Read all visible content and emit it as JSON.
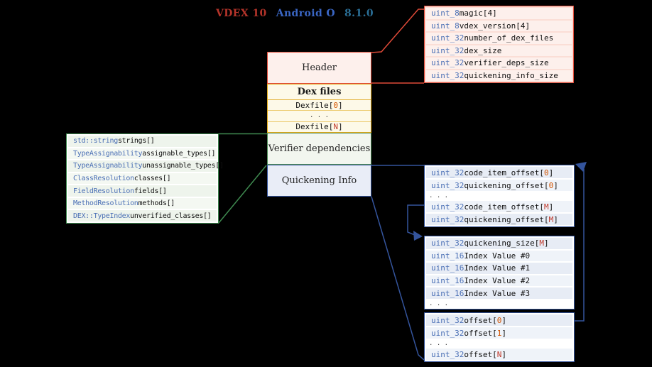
{
  "title": {
    "parts": [
      {
        "t": "VDEX 10",
        "color": "#b5342a"
      },
      {
        "t": "Android O",
        "color": "#3a66c4"
      },
      {
        "t": "8.1.0",
        "color": "#2a6f97"
      }
    ]
  },
  "column": {
    "header_label": "Header",
    "dex_files_label": "Dex files",
    "verifier_label": "Verifier dependencies",
    "quickening_label": "Quickening Info"
  },
  "dex_group": {
    "rows": [
      [
        {
          "t": "Dexfile[",
          "c": "plain"
        },
        {
          "t": "0",
          "c": "idxnum"
        },
        {
          "t": "]",
          "c": "plain"
        }
      ],
      [
        {
          "t": ". . .",
          "c": "dots"
        }
      ],
      [
        {
          "t": "Dexfile[",
          "c": "plain"
        },
        {
          "t": "N",
          "c": "idxletter"
        },
        {
          "t": "]",
          "c": "plain"
        }
      ]
    ]
  },
  "header_struct": {
    "rows": [
      [
        {
          "t": "uint_8",
          "c": "type"
        },
        {
          "t": " magic[4]",
          "c": "plain"
        }
      ],
      [
        {
          "t": "uint_8",
          "c": "type"
        },
        {
          "t": " vdex_version[4]",
          "c": "plain"
        }
      ],
      [
        {
          "t": "uint_32",
          "c": "type"
        },
        {
          "t": " number_of_dex_files",
          "c": "plain"
        }
      ],
      [
        {
          "t": "uint_32",
          "c": "type"
        },
        {
          "t": " dex_size",
          "c": "plain"
        }
      ],
      [
        {
          "t": "uint_32",
          "c": "type"
        },
        {
          "t": " verifier_deps_size",
          "c": "plain"
        }
      ],
      [
        {
          "t": "uint_32",
          "c": "type"
        },
        {
          "t": " quickening_info_size",
          "c": "plain"
        }
      ]
    ]
  },
  "verifier_struct": {
    "rows": [
      [
        {
          "t": "std::string",
          "c": "type"
        },
        {
          "t": " strings[]",
          "c": "plain"
        }
      ],
      [
        {
          "t": "TypeAssignability",
          "c": "type"
        },
        {
          "t": " assignable_types[]",
          "c": "plain"
        }
      ],
      [
        {
          "t": "TypeAssignability",
          "c": "type"
        },
        {
          "t": " unassignable_types[]",
          "c": "plain"
        }
      ],
      [
        {
          "t": "ClassResolution",
          "c": "type"
        },
        {
          "t": " classes[]",
          "c": "plain"
        }
      ],
      [
        {
          "t": "FieldResolution",
          "c": "type"
        },
        {
          "t": " fields[]",
          "c": "plain"
        }
      ],
      [
        {
          "t": "MethodResolution",
          "c": "type"
        },
        {
          "t": " methods[]",
          "c": "plain"
        }
      ],
      [
        {
          "t": "DEX::TypeIndex",
          "c": "type"
        },
        {
          "t": " unverified_classes[]",
          "c": "plain"
        }
      ]
    ]
  },
  "quickening_table1": {
    "rows": [
      [
        {
          "t": "uint_32",
          "c": "type"
        },
        {
          "t": " code_item_offset[",
          "c": "plain"
        },
        {
          "t": "0",
          "c": "idxnum"
        },
        {
          "t": "]",
          "c": "plain"
        }
      ],
      [
        {
          "t": "uint_32",
          "c": "type"
        },
        {
          "t": " quickening_offset[",
          "c": "plain"
        },
        {
          "t": "0",
          "c": "idxnum"
        },
        {
          "t": "]",
          "c": "plain"
        }
      ],
      [
        {
          "t": ". . .",
          "c": "dots"
        }
      ],
      [
        {
          "t": "uint_32",
          "c": "type"
        },
        {
          "t": " code_item_offset[",
          "c": "plain"
        },
        {
          "t": "M",
          "c": "idxletter"
        },
        {
          "t": "]",
          "c": "plain"
        }
      ],
      [
        {
          "t": "uint_32",
          "c": "type"
        },
        {
          "t": " quickening_offset[",
          "c": "plain"
        },
        {
          "t": "M",
          "c": "idxletter"
        },
        {
          "t": "]",
          "c": "plain"
        }
      ]
    ]
  },
  "quickening_table2": {
    "rows": [
      [
        {
          "t": "uint_32",
          "c": "type"
        },
        {
          "t": " quickening_size[",
          "c": "plain"
        },
        {
          "t": "M",
          "c": "idxletter"
        },
        {
          "t": "]",
          "c": "plain"
        }
      ],
      [
        {
          "t": "uint_16",
          "c": "type"
        },
        {
          "t": " Index Value #0",
          "c": "plain"
        }
      ],
      [
        {
          "t": "uint_16",
          "c": "type"
        },
        {
          "t": " Index Value #1",
          "c": "plain"
        }
      ],
      [
        {
          "t": "uint_16",
          "c": "type"
        },
        {
          "t": " Index Value #2",
          "c": "plain"
        }
      ],
      [
        {
          "t": "uint_16",
          "c": "type"
        },
        {
          "t": " Index Value #3",
          "c": "plain"
        }
      ],
      [
        {
          "t": ". . .",
          "c": "dots"
        }
      ]
    ]
  },
  "quickening_table3": {
    "rows": [
      [
        {
          "t": "uint_32",
          "c": "type"
        },
        {
          "t": " offset[",
          "c": "plain"
        },
        {
          "t": "0",
          "c": "idxnum"
        },
        {
          "t": "]",
          "c": "plain"
        }
      ],
      [
        {
          "t": "uint_32",
          "c": "type"
        },
        {
          "t": " offset[",
          "c": "plain"
        },
        {
          "t": "1",
          "c": "idxnum"
        },
        {
          "t": "]",
          "c": "plain"
        }
      ],
      [
        {
          "t": ". . .",
          "c": "dots"
        }
      ],
      [
        {
          "t": "uint_32",
          "c": "type"
        },
        {
          "t": " offset[",
          "c": "plain"
        },
        {
          "t": "N",
          "c": "idxletter"
        },
        {
          "t": "]",
          "c": "plain"
        }
      ]
    ]
  },
  "colors": {
    "background": "#000000",
    "red_accent": "#df4a38",
    "red_bg": "#fdf0ec",
    "yellow_accent": "#e2a917",
    "yellow_bg": "#fdf9e8",
    "green_accent": "#3f8a50",
    "green_row_bg": "#eef4ec",
    "blue_accent": "#34549c",
    "blue_row_bg": "#e7ecf5",
    "type_text": "#4a6fb5",
    "index_number": "#d35400",
    "index_letter": "#c0392b"
  }
}
